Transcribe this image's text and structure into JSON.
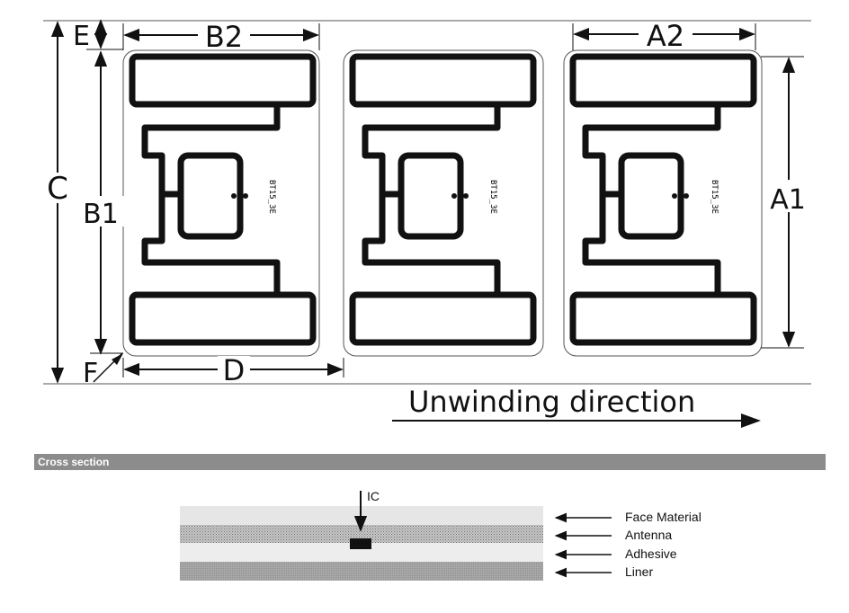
{
  "top_diagram": {
    "labels": {
      "e": "E",
      "b2": "B2",
      "a2": "A2",
      "c": "C",
      "b1": "B1",
      "a1": "A1",
      "f": "F",
      "d": "D"
    },
    "chip_marking": "BT15_3E",
    "direction_text": "Unwinding direction"
  },
  "cross_section": {
    "title": "Cross section",
    "ic_label": "IC",
    "layers": [
      "Face Material",
      "Antenna",
      "Adhesive",
      "Liner"
    ]
  }
}
